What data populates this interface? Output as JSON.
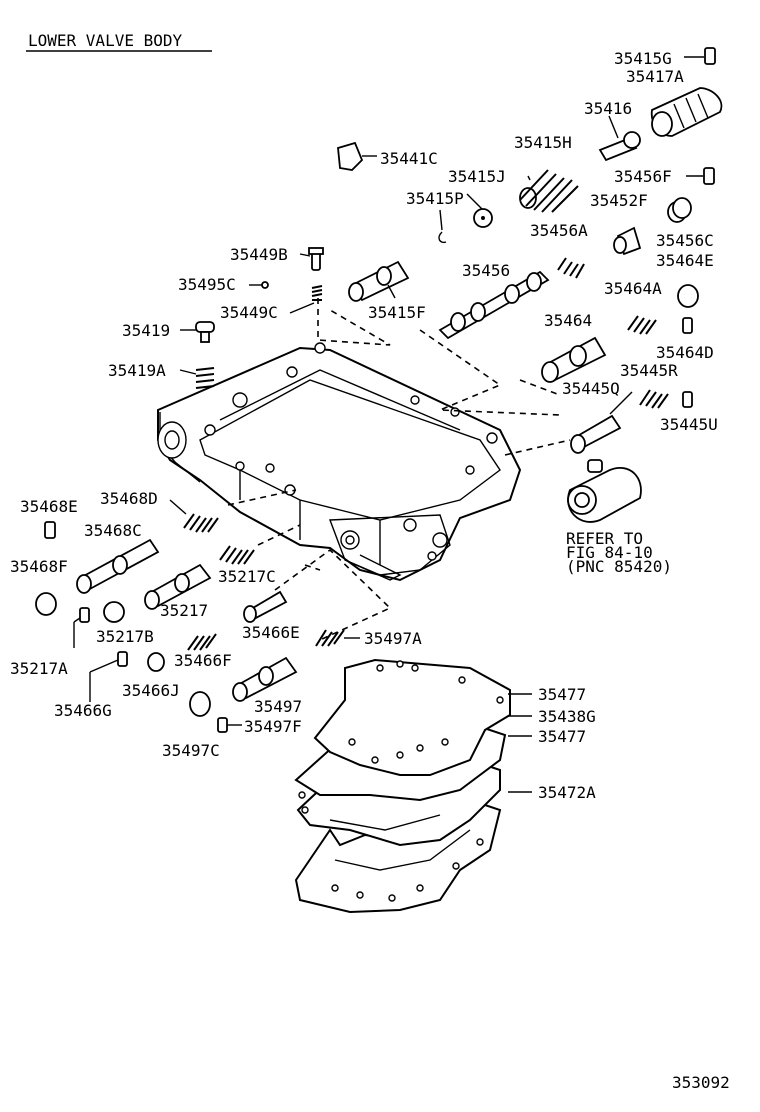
{
  "title": "LOWER VALVE BODY",
  "figure_number": "353092",
  "reference_note": {
    "line1": "REFER TO",
    "line2": "FIG 84-10",
    "line3": "(PNC 85420)"
  },
  "labels": {
    "p35415G": "35415G",
    "p35417A": "35417A",
    "p35416": "35416",
    "p35441C": "35441C",
    "p35415H": "35415H",
    "p35415J": "35415J",
    "p35456F": "35456F",
    "p35415P": "35415P",
    "p35452F": "35452F",
    "p35456A": "35456A",
    "p35456C": "35456C",
    "p35449B": "35449B",
    "p35464E": "35464E",
    "p35456": "35456",
    "p35495C": "35495C",
    "p35464A": "35464A",
    "p35449C": "35449C",
    "p35415F": "35415F",
    "p35419": "35419",
    "p35464": "35464",
    "p35464D": "35464D",
    "p35419A": "35419A",
    "p35445R": "35445R",
    "p35445Q": "35445Q",
    "p35445U": "35445U",
    "p35468E": "35468E",
    "p35468D": "35468D",
    "p35468C": "35468C",
    "p35468F": "35468F",
    "p35217C": "35217C",
    "p35217": "35217",
    "p35466E": "35466E",
    "p35497A": "35497A",
    "p35217B": "35217B",
    "p35217A": "35217A",
    "p35466F": "35466F",
    "p35477a": "35477",
    "p35438G": "35438G",
    "p35477b": "35477",
    "p35466G": "35466G",
    "p35466J": "35466J",
    "p35497": "35497",
    "p35497F": "35497F",
    "p35497C": "35497C",
    "p35472A": "35472A"
  }
}
